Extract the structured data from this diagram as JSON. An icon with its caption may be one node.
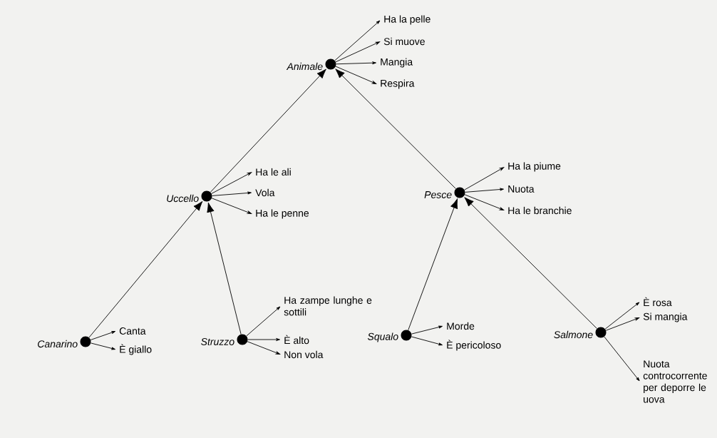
{
  "diagram": {
    "nodes": [
      {
        "text": [],
        "shape": "circle",
        "beside": [
          "Animale"
        ]
      },
      {
        "text": [
          "Ha la pelle"
        ]
      },
      {
        "text": [
          "Si muove"
        ]
      },
      {
        "text": [
          "Mangia"
        ]
      },
      {
        "text": [
          "Respira"
        ]
      },
      {
        "text": [],
        "shape": "circle",
        "beside": [
          "Uccello"
        ]
      },
      {
        "text": [
          "Ha le ali"
        ]
      },
      {
        "text": [
          "Vola"
        ]
      },
      {
        "text": [
          "Ha le penne"
        ]
      },
      {
        "text": [],
        "shape": "circle",
        "beside": [
          "Pesce"
        ]
      },
      {
        "text": [
          "Ha la piume"
        ]
      },
      {
        "text": [
          "Nuota"
        ]
      },
      {
        "text": [
          "Ha le branchie"
        ]
      },
      {
        "text": [],
        "shape": "circle",
        "beside": [
          "Canarino"
        ]
      },
      {
        "text": [
          "Canta"
        ]
      },
      {
        "text": [
          "È giallo"
        ]
      },
      {
        "text": [],
        "shape": "circle",
        "beside": [
          "Struzzo"
        ]
      },
      {
        "text": [
          "Ha zampe lunghe e sottili"
        ]
      },
      {
        "text": [
          "È alto"
        ]
      },
      {
        "text": [
          "Non vola"
        ]
      },
      {
        "text": [],
        "shape": "circle",
        "beside": [
          "Squalo"
        ]
      },
      {
        "text": [
          "Morde"
        ]
      },
      {
        "text": [
          "È pericoloso"
        ]
      },
      {
        "text": [],
        "shape": "circle",
        "beside": [
          "Salmone"
        ]
      },
      {
        "text": [
          "È rosa"
        ]
      },
      {
        "text": [
          "Si mangia"
        ]
      },
      {
        "text": [
          "Nuota controcorrente per deporre le uova"
        ]
      }
    ],
    "edges": [
      {
        "from": 0,
        "to": 1,
        "arrow": "to"
      },
      {
        "from": 0,
        "to": 2,
        "arrow": "to"
      },
      {
        "from": 0,
        "to": 3,
        "arrow": "to"
      },
      {
        "from": 0,
        "to": 4,
        "arrow": "to"
      },
      {
        "from": 5,
        "to": 0,
        "arrow": "to"
      },
      {
        "from": 9,
        "to": 0,
        "arrow": "to"
      },
      {
        "from": 5,
        "to": 6,
        "arrow": "to"
      },
      {
        "from": 5,
        "to": 7,
        "arrow": "to"
      },
      {
        "from": 5,
        "to": 8,
        "arrow": "to"
      },
      {
        "from": 9,
        "to": 10,
        "arrow": "to"
      },
      {
        "from": 9,
        "to": 11,
        "arrow": "to"
      },
      {
        "from": 9,
        "to": 12,
        "arrow": "to"
      },
      {
        "from": 13,
        "to": 5,
        "arrow": "to"
      },
      {
        "from": 16,
        "to": 5,
        "arrow": "to"
      },
      {
        "from": 20,
        "to": 9,
        "arrow": "to"
      },
      {
        "from": 23,
        "to": 9,
        "arrow": "to"
      },
      {
        "from": 13,
        "to": 14,
        "arrow": "to"
      },
      {
        "from": 13,
        "to": 15,
        "arrow": "to"
      },
      {
        "from": 16,
        "to": 17,
        "arrow": "to"
      },
      {
        "from": 16,
        "to": 18,
        "arrow": "to"
      },
      {
        "from": 16,
        "to": 19,
        "arrow": "to"
      },
      {
        "from": 20,
        "to": 21,
        "arrow": "to"
      },
      {
        "from": 20,
        "to": 22,
        "arrow": "to"
      },
      {
        "from": 23,
        "to": 24,
        "arrow": "to"
      },
      {
        "from": 23,
        "to": 25,
        "arrow": "to"
      },
      {
        "from": 23,
        "to": 26,
        "arrow": "to"
      }
    ]
  }
}
